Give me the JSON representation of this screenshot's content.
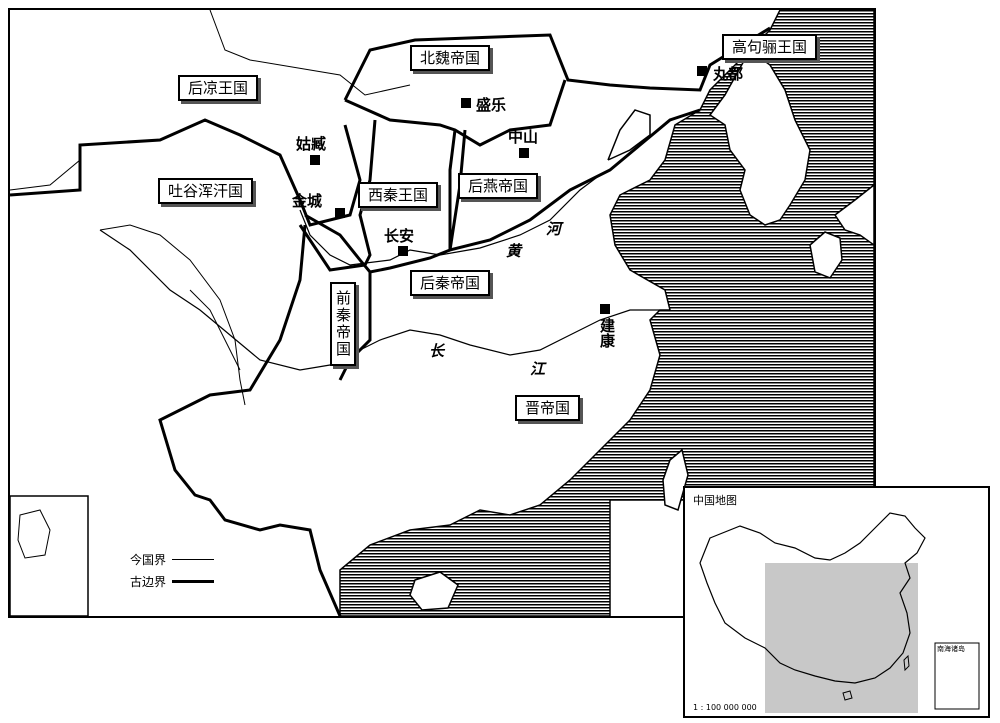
{
  "labels": {
    "hou_liang": "后凉王国",
    "bei_wei": "北魏帝国",
    "goguryeo": "高句骊王国",
    "tuyuhun": "吐谷浑汗国",
    "xi_qin": "西秦王国",
    "hou_yan": "后燕帝国",
    "hou_qin": "后秦帝国",
    "qian_qin": "前秦帝国",
    "jin": "晋帝国"
  },
  "cities": {
    "guzang": "姑臧",
    "jincheng": "金城",
    "shengle": "盛乐",
    "zhongshan": "中山",
    "changan": "长安",
    "jiankang": "建康",
    "wandu": "丸都"
  },
  "rivers": {
    "huanghe_1": "河",
    "huanghe_2": "黄",
    "changjiang_1": "长",
    "changjiang_2": "江"
  },
  "legend": {
    "modern_border": "今国界",
    "ancient_border": "古边界"
  },
  "inset": {
    "title": "中国地图",
    "scale": "1 : 100 000 000",
    "south_sea": "南海诸岛"
  },
  "colors": {
    "ink": "#000000",
    "sea_hatch": "#000000",
    "inset_highlight": "#c8c8c8"
  }
}
